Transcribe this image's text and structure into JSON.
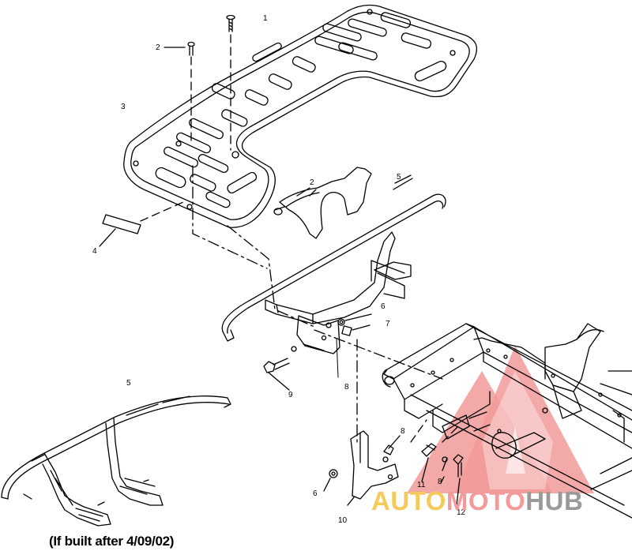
{
  "callouts": [
    {
      "id": "c1",
      "text": "1"
    },
    {
      "id": "c2a",
      "text": "2"
    },
    {
      "id": "c2b",
      "text": "2"
    },
    {
      "id": "c3",
      "text": "3"
    },
    {
      "id": "c4",
      "text": "4"
    },
    {
      "id": "c5a",
      "text": "5"
    },
    {
      "id": "c5b",
      "text": "5"
    },
    {
      "id": "c6a",
      "text": "6"
    },
    {
      "id": "c6b",
      "text": "6"
    },
    {
      "id": "c7",
      "text": "7"
    },
    {
      "id": "c8a",
      "text": "8"
    },
    {
      "id": "c8b",
      "text": "8"
    },
    {
      "id": "c8c",
      "text": "8"
    },
    {
      "id": "c9",
      "text": "9"
    },
    {
      "id": "c10",
      "text": "10"
    },
    {
      "id": "c11",
      "text": "11"
    },
    {
      "id": "c12",
      "text": "12"
    }
  ],
  "caption": "(If built after 4/09/02)",
  "watermark": {
    "part1": "AUTO",
    "part2": "MOTO",
    "part3": "HUB"
  },
  "colors": {
    "line": "#000000",
    "logo_red": "#f08080",
    "logo_yellow": "#f5c95a",
    "logo_gray": "#9a9a9a"
  }
}
